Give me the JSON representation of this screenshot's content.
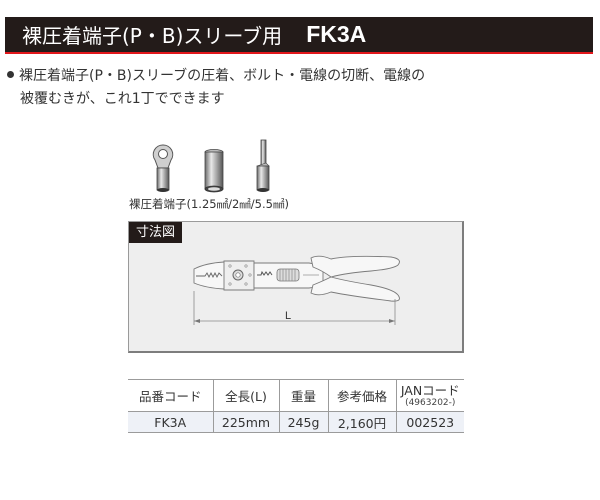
{
  "header": {
    "title": "裸圧着端子(P・B)スリーブ用",
    "model": "FK3A",
    "background_color": "#231b19",
    "accent_color": "#e2171b"
  },
  "description": {
    "bullet_icon": "bullet-dot",
    "line1": "裸圧着端子(P・B)スリーブの圧着、ボルト・電線の切断、電線の",
    "line2": "被覆むきが、これ1丁でできます"
  },
  "terminals": {
    "items": [
      {
        "name": "ring-terminal"
      },
      {
        "name": "sleeve"
      },
      {
        "name": "pin-terminal"
      }
    ],
    "caption": "裸圧着端子(1.25㎟/2㎟/5.5㎟)"
  },
  "dimension_diagram": {
    "label": "寸法図",
    "dimension_letter": "L"
  },
  "spec_table": {
    "headers": [
      "品番コード",
      "全長(L)",
      "重量",
      "参考価格",
      "JANコード"
    ],
    "jan_sub": "(4963202-)",
    "rows": [
      [
        "FK3A",
        "225mm",
        "245g",
        "2,160円",
        "002523"
      ]
    ]
  }
}
